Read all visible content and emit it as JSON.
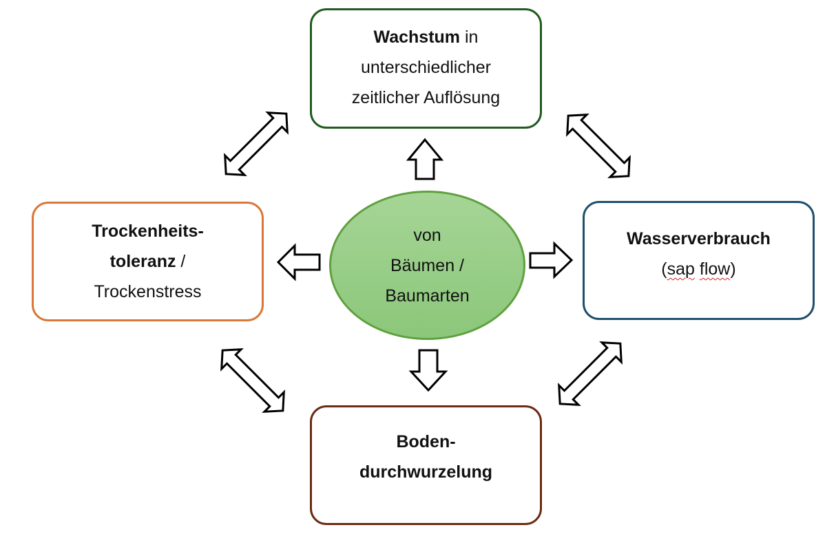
{
  "center": {
    "lines": [
      "von",
      "Bäumen /",
      "Baumarten"
    ],
    "fill_color": "#9ccd8b",
    "border_color": "#5fa03f"
  },
  "boxes": {
    "top": {
      "line1_bold": "Wachstum",
      "line1_rest": " in",
      "line2": "unterschiedlicher",
      "line3": "zeitlicher Auflösung",
      "border_color": "#1f5a1f"
    },
    "right": {
      "line1_bold": "Wasserverbrauch",
      "line2_open": "(",
      "line2_word1": "sap",
      "line2_space": " ",
      "line2_word2": "flow",
      "line2_close": ")",
      "border_color": "#1f4e6e"
    },
    "left": {
      "line1_bold": "Trockenheits-",
      "line2_bold": "toleranz",
      "line2_rest": " /",
      "line3": "Trockenstress",
      "border_color": "#d9773a"
    },
    "bottom": {
      "line1_bold": "Boden-",
      "line2_bold": "durchwurzelung",
      "border_color": "#6b2a12"
    }
  },
  "arrows": [
    {
      "id": "center-to-top",
      "type": "block-arrow",
      "direction": "up"
    },
    {
      "id": "center-to-bottom",
      "type": "block-arrow",
      "direction": "down"
    },
    {
      "id": "center-to-left",
      "type": "block-arrow",
      "direction": "left"
    },
    {
      "id": "center-to-right",
      "type": "block-arrow",
      "direction": "right"
    },
    {
      "id": "left-top",
      "type": "double-block-arrow",
      "connects": [
        "left",
        "top"
      ]
    },
    {
      "id": "top-right",
      "type": "double-block-arrow",
      "connects": [
        "top",
        "right"
      ]
    },
    {
      "id": "left-bottom",
      "type": "double-block-arrow",
      "connects": [
        "left",
        "bottom"
      ]
    },
    {
      "id": "bottom-right",
      "type": "double-block-arrow",
      "connects": [
        "bottom",
        "right"
      ]
    }
  ]
}
